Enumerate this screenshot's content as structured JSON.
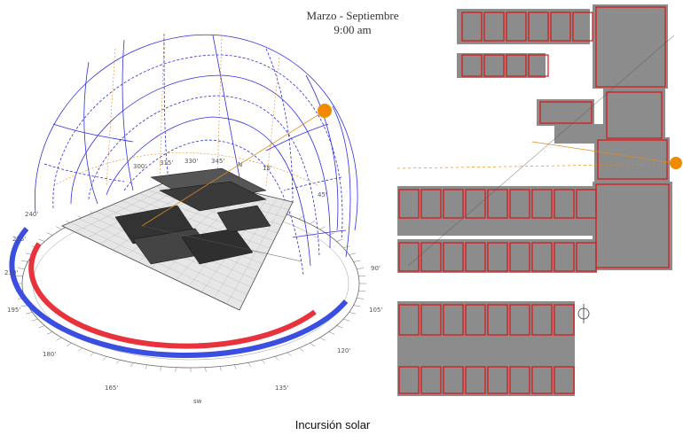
{
  "header": {
    "period": "Marzo - Septiembre",
    "time": "9:00 am"
  },
  "caption": "Incursión solar",
  "sundial": {
    "north_label": "N",
    "azimuth_labels": [
      "240'",
      "225'",
      "210'",
      "195'",
      "180'",
      "165'",
      "135'",
      "120'",
      "105'",
      "90'",
      "45'",
      "15'",
      "345'",
      "330'",
      "315'",
      "300'"
    ],
    "bottom_label": "sw"
  },
  "colors": {
    "sun": "#f08a00",
    "sun_path": "#2e2ee0",
    "summer_arc": "#e8323c",
    "winter_arc": "#3a4fe0",
    "walls": "#e01010",
    "floor": "#8c8c8c",
    "ray": "#e08a20"
  }
}
